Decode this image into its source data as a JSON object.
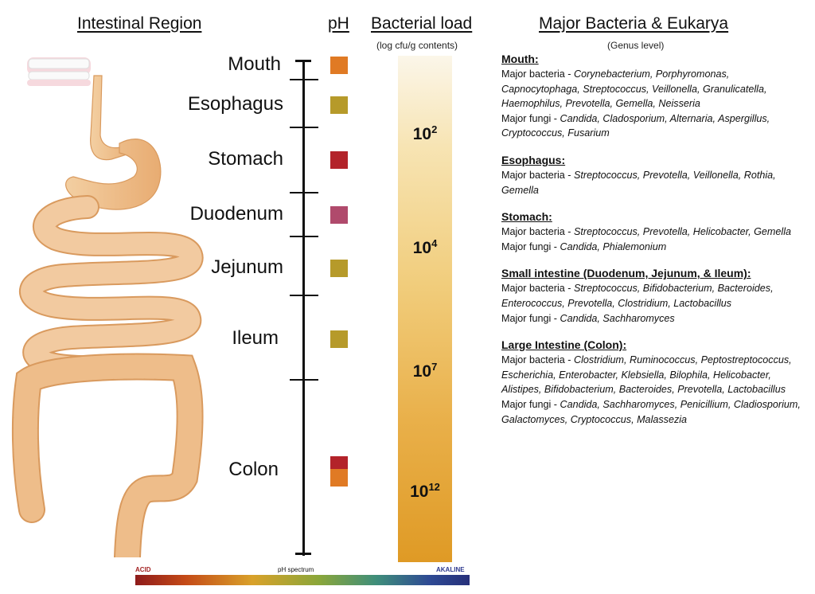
{
  "headers": {
    "region": "Intestinal Region",
    "ph": "pH",
    "load": "Bacterial load",
    "load_sub": "(log cfu/g contents)",
    "bacteria": "Major Bacteria & Eukarya",
    "bacteria_sub": "(Genus level)"
  },
  "regions": [
    "Mouth",
    "Esophagus",
    "Stomach",
    "Duodenum",
    "Jejunum",
    "Ileum",
    "Colon"
  ],
  "ph_colors": {
    "mouth": "#e07a24",
    "esophagus": "#b69a2a",
    "stomach": "#b3232a",
    "duodenum": "#b04a6c",
    "jejunum": "#b69a2a",
    "ileum": "#b69a2a",
    "colon_top": "#b3232a",
    "colon_bottom": "#e07a24"
  },
  "load_labels": [
    {
      "base": "10",
      "exp": "2"
    },
    {
      "base": "10",
      "exp": "4"
    },
    {
      "base": "10",
      "exp": "7"
    },
    {
      "base": "10",
      "exp": "12"
    }
  ],
  "spectrum": {
    "label": "pH spectrum",
    "left": "ACID",
    "right": "AKALINE"
  },
  "info": {
    "mouth": {
      "title": "Mouth:",
      "bact_label": "Major bacteria - ",
      "bact": "Corynebacterium, Porphyromonas, Capnocytophaga, Streptococcus, Veillonella, Granulicatella, Haemophilus, Prevotella, Gemella, Neisseria",
      "fungi_label": "Major fungi - ",
      "fungi": "Candida, Cladosporium, Alternaria, Aspergillus, Cryptococcus, Fusarium"
    },
    "esophagus": {
      "title": "Esophagus:",
      "bact_label": "Major bacteria - ",
      "bact": "Streptococcus, Prevotella, Veillonella, Rothia, Gemella"
    },
    "stomach": {
      "title": "Stomach:",
      "bact_label": "Major bacteria - ",
      "bact": "Streptococcus, Prevotella, Helicobacter, Gemella",
      "fungi_label": "Major fungi - ",
      "fungi": "Candida, Phialemonium"
    },
    "small": {
      "title": "Small intestine (Duodenum, Jejunum, & Ileum):",
      "bact_label": "Major bacteria - ",
      "bact": "Streptococcus, Bifidobacterium, Bacteroides, Enterococcus, Prevotella, Clostridium, Lactobacillus",
      "fungi_label": "Major fungi - ",
      "fungi": "Candida, Sachharomyces"
    },
    "large": {
      "title": "Large Intestine (Colon):",
      "bact_label": "Major bacteria - ",
      "bact": "Clostridium, Ruminococcus, Peptostreptococcus, Escherichia, Enterobacter, Klebsiella, Bilophila, Helicobacter, Alistipes, Bifidobacterium, Bacteroides, Prevotella, Lactobacillus",
      "fungi_label": "Major fungi - ",
      "fungi": "Candida, Sachharomyces, Penicillium, Cladiosporium, Galactomyces, Cryptococcus, Malassezia"
    }
  }
}
